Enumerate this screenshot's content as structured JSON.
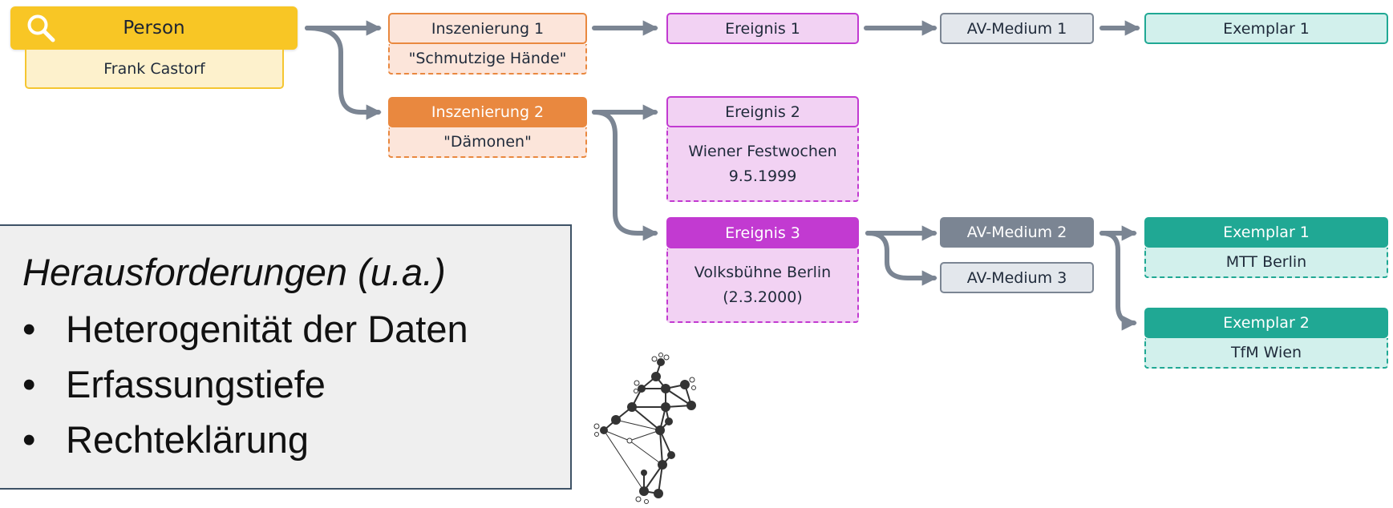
{
  "person": {
    "title": "Person",
    "name": "Frank Castorf"
  },
  "inszenierungen": [
    {
      "label": "Inszenierung 1",
      "title": "\"Schmutzige Hände\""
    },
    {
      "label": "Inszenierung 2",
      "title": "\"Dämonen\""
    }
  ],
  "ereignisse": [
    {
      "label": "Ereignis 1"
    },
    {
      "label": "Ereignis 2",
      "detail": "Wiener Festwochen\n9.5.1999"
    },
    {
      "label": "Ereignis 3",
      "detail": "Volksbühne Berlin\n(2.3.2000)"
    }
  ],
  "av_medien": [
    {
      "label": "AV-Medium 1"
    },
    {
      "label": "AV-Medium 2"
    },
    {
      "label": "AV-Medium 3"
    }
  ],
  "exemplare": [
    {
      "label": "Exemplar 1"
    },
    {
      "label": "Exemplar 1",
      "location": "MTT Berlin"
    },
    {
      "label": "Exemplar 2",
      "location": "TfM Wien"
    }
  ],
  "challenges": {
    "title": "Herausforderungen (u.a.)",
    "items": [
      "Heterogenität der Daten",
      "Erfassungstiefe",
      "Rechteklärung"
    ]
  },
  "colors": {
    "person": "#f8c625",
    "inszenierung": "#e9883f",
    "ereignis": "#c23ad1",
    "av_medium": "#7b8593",
    "exemplar": "#20a894",
    "connector": "#7b8593"
  },
  "icons": {
    "person_search": "search-icon",
    "logo": "network-graph-icon"
  }
}
